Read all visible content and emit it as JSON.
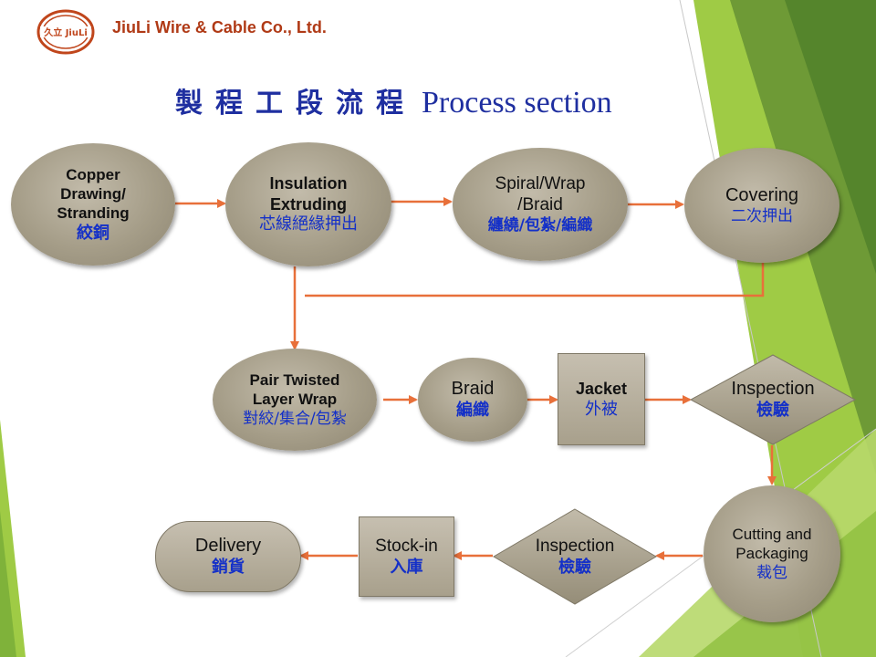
{
  "header": {
    "logo_text": "久立 JiuLi",
    "company": "JiuLi Wire & Cable Co., Ltd."
  },
  "title": {
    "zh": "製程工段流程",
    "en": "Process section"
  },
  "nodes": {
    "copper": {
      "en1": "Copper",
      "en2": "Drawing/",
      "en3": "Stranding",
      "zh": "絞銅"
    },
    "insulation": {
      "en1": "Insulation",
      "en2": "Extruding",
      "zh": "芯線絕緣押出"
    },
    "spiral": {
      "en1": "Spiral/Wrap",
      "en2": "/Braid",
      "zh": "纏繞/包紮/編織"
    },
    "covering": {
      "en1": "Covering",
      "zh": "二次押出"
    },
    "pair": {
      "en1": "Pair Twisted",
      "en2": "Layer Wrap",
      "zh": "對絞/集合/包紮"
    },
    "braid": {
      "en1": "Braid",
      "zh": "編織"
    },
    "jacket": {
      "en1": "Jacket",
      "zh": "外被"
    },
    "inspection1": {
      "en1": "Inspection",
      "zh": "檢驗"
    },
    "cutting": {
      "en1": "Cutting and",
      "en2": "Packaging",
      "zh": "裁包"
    },
    "inspection2": {
      "en1": "Inspection",
      "zh": "檢驗"
    },
    "stockin": {
      "en1": "Stock-in",
      "zh": "入庫"
    },
    "delivery": {
      "en1": "Delivery",
      "zh": "銷貨"
    }
  },
  "colors": {
    "arrow": "#e8703a",
    "node_fill": "#a59d88",
    "title": "#1f2fa0",
    "company": "#b03a16",
    "zh_text": "#1430c8",
    "green_light": "#a8cf45",
    "green_dark": "#5d8e2c"
  }
}
